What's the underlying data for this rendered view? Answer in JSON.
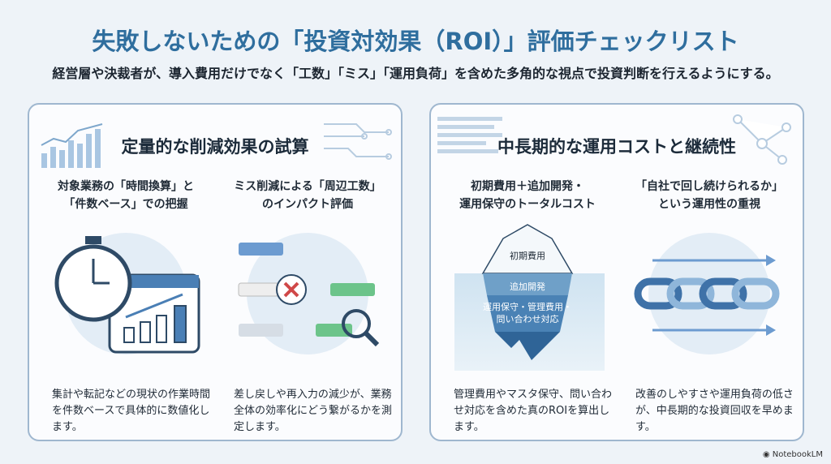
{
  "title": "失敗しないための「投資対効果（ROI）」評価チェックリスト",
  "subtitle": "経営層や決裁者が、導入費用だけでなく「工数」「ミス」「運用負荷」を含めた多角的な視点で投資判断を行えるようにする。",
  "panels": [
    {
      "heading": "定量的な削減効果の試算",
      "columns": [
        {
          "heading": "対象業務の「時間換算」と\n「件数ベース」での把握",
          "description": "集計や転記などの現状の作業時間を件数ベースで具体的に数値化します。"
        },
        {
          "heading": "ミス削減による「周辺工数」\nのインパクト評価",
          "description": "差し戻しや再入力の減少が、業務全体の効率化にどう繋がるかを測定します。"
        }
      ]
    },
    {
      "heading": "中長期的な運用コストと継続性",
      "columns": [
        {
          "heading": "初期費用＋追加開発・\n運用保守のトータルコスト",
          "description": "管理費用やマスタ保守、問い合わせ対応を含めた真のROIを算出します。",
          "iceberg": [
            "初期費用",
            "追加開発",
            "運用保守・管理費用・\n問い合わせ対応"
          ]
        },
        {
          "heading": "「自社で回し続けられるか」\nという運用性の重視",
          "description": "改善のしやすさや運用負荷の低さが、中長期的な投資回収を早めます。"
        }
      ]
    }
  ],
  "brand": "NotebookLM",
  "colors": {
    "accent": "#2f6e9e",
    "border": "#9fb7cf"
  }
}
